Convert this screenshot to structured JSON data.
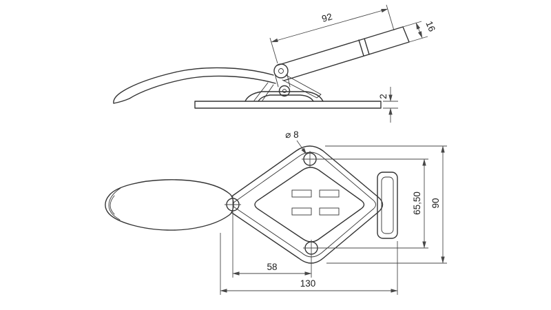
{
  "colors": {
    "background": "#ffffff",
    "object_lines": "#333333",
    "dimension_lines": "#474747",
    "text": "#1c1c1c"
  },
  "side_view": {
    "dim_lever_length": "92",
    "dim_lever_end_width": "16",
    "dim_base_plate_thickness": "2"
  },
  "plan_view": {
    "dim_hole_diameter": "⌀ 8",
    "dim_hole_pitch_vertical": "65,50",
    "dim_overall_height": "90",
    "dim_hole_offset_horizontal": "58",
    "dim_overall_width": "130"
  }
}
